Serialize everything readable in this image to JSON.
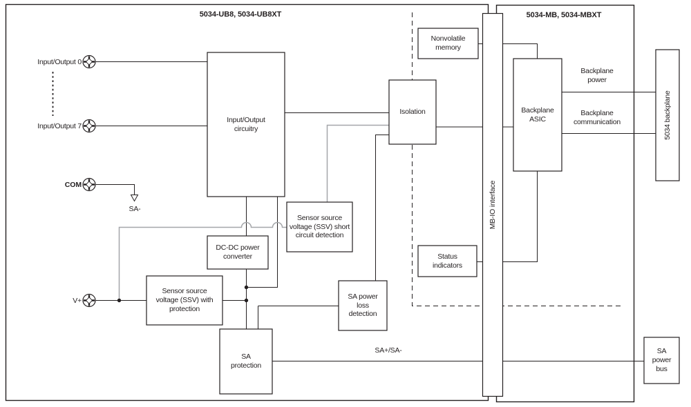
{
  "diagram": {
    "sections": {
      "left": {
        "title": "5034-UB8, 5034-UB8XT"
      },
      "right": {
        "title": "5034-MB, 5034-MBXT"
      }
    },
    "interface_bar": {
      "label": "MB-IO interface"
    },
    "terminals": {
      "io0": {
        "label": "Input/Output 0"
      },
      "io7": {
        "label": "Input/Output 7"
      },
      "com": {
        "label": "COM"
      },
      "vplus": {
        "label": "V+"
      }
    },
    "blocks": {
      "io_circuitry": {
        "label": "Input/Output\ncircuitry"
      },
      "isolation": {
        "label": "Isolation"
      },
      "nonvolatile": {
        "label": "Nonvolatile\nmemory"
      },
      "backplane_asic": {
        "label": "Backplane\nASIC"
      },
      "backplane_5034": {
        "label": "5034 backplane"
      },
      "status": {
        "label": "Status\nindicators"
      },
      "ssv_short": {
        "label": "Sensor source\nvoltage (SSV) short\ncircuit detection"
      },
      "dcdc": {
        "label": "DC-DC power\nconverter"
      },
      "ssv_protection": {
        "label": "Sensor source\nvoltage (SSV) with\nprotection"
      },
      "sa_loss": {
        "label": "SA power\nloss\ndetection"
      },
      "sa_protection": {
        "label": "SA\nprotection"
      },
      "sa_power_bus": {
        "label": "SA\npower\nbus"
      }
    },
    "wire_labels": {
      "backplane_power": "Backplane\npower",
      "backplane_comm": "Backplane\ncommunication",
      "sa_bus_wire": "SA+/SA-",
      "sa_minus": "SA-"
    },
    "colors": {
      "line": "#231f20",
      "gray_line": "#a4a6a9",
      "background": "#ffffff"
    }
  }
}
